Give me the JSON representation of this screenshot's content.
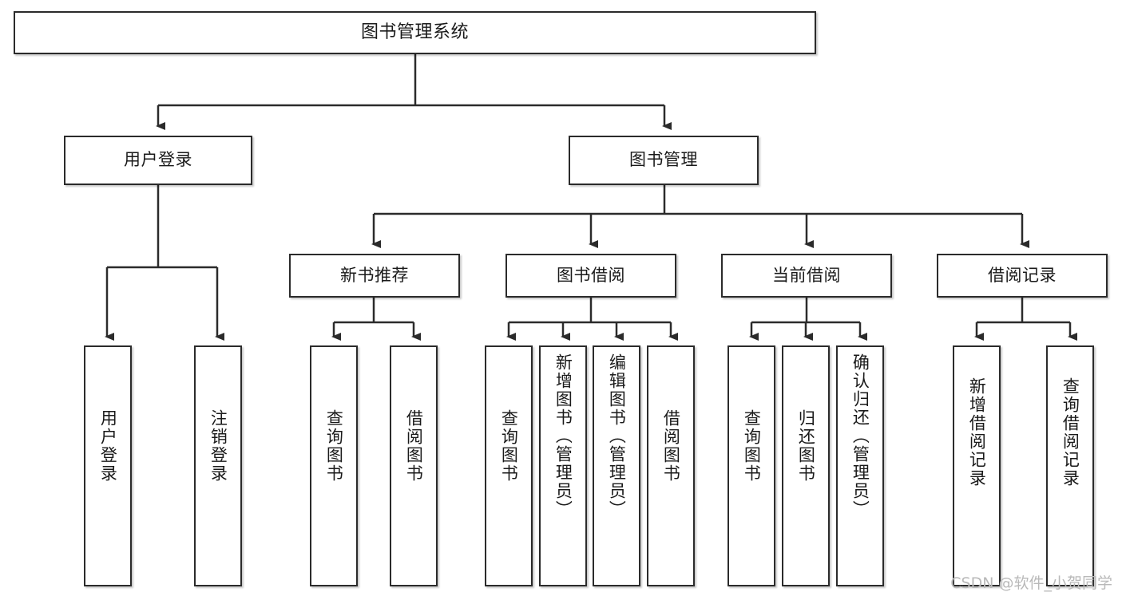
{
  "diagram": {
    "title": "图书管理系统",
    "watermark": "CSDN @软件_小贺同学",
    "type": "tree-hierarchy-diagram",
    "colors": {
      "border": "#2b2b2b",
      "background": "#ffffff",
      "text": "#1a1a1a",
      "watermark": "#b9b9b9"
    },
    "levels": {
      "level1": [
        "图书管理系统"
      ],
      "level2": [
        "用户登录",
        "图书管理"
      ],
      "level3": [
        "新书推荐",
        "图书借阅",
        "当前借阅",
        "借阅记录"
      ],
      "level4": [
        "用户登录",
        "注销登录",
        "查询图书",
        "借阅图书",
        "查询图书",
        "新增图书（管理员）",
        "编辑图书（管理员）",
        "借阅图书",
        "查询图书",
        "归还图书",
        "确认归还（管理员）",
        "新增借阅记录",
        "查询借阅记录"
      ]
    },
    "nodes": {
      "root": {
        "label": "图书管理系统"
      },
      "user_login": {
        "label": "用户登录"
      },
      "book_manage": {
        "label": "图书管理"
      },
      "new_book_rec": {
        "label": "新书推荐"
      },
      "book_borrow": {
        "label": "图书借阅"
      },
      "current_borrow": {
        "label": "当前借阅"
      },
      "borrow_record": {
        "label": "借阅记录"
      },
      "leaf_user_login": {
        "label": "用户登录"
      },
      "leaf_logout": {
        "label": "注销登录"
      },
      "leaf_query_book_1": {
        "label": "查询图书"
      },
      "leaf_borrow_book_1": {
        "label": "借阅图书"
      },
      "leaf_query_book_2": {
        "label": "查询图书"
      },
      "leaf_add_book": {
        "label": "新增图书（管理员）"
      },
      "leaf_edit_book": {
        "label": "编辑图书（管理员）"
      },
      "leaf_borrow_book_2": {
        "label": "借阅图书"
      },
      "leaf_query_book_3": {
        "label": "查询图书"
      },
      "leaf_return_book": {
        "label": "归还图书"
      },
      "leaf_confirm_return": {
        "label": "确认归还（管理员）"
      },
      "leaf_add_record": {
        "label": "新增借阅记录"
      },
      "leaf_query_record": {
        "label": "查询借阅记录"
      }
    }
  }
}
